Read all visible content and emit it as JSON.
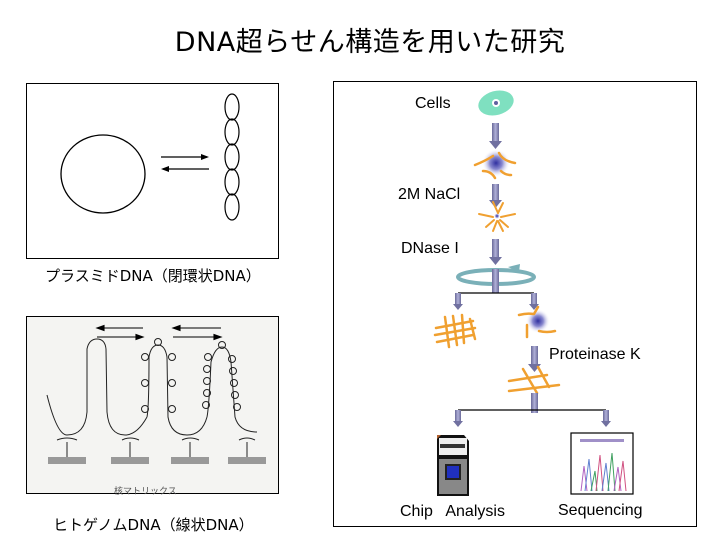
{
  "title": "DNA超らせん構造を用いた研究",
  "plasmid_panel": {
    "caption": "プラスミドDNA（閉環状DNA）",
    "states": [
      "relaxed-circle",
      "supercoiled"
    ],
    "equilibrium": "forward-and-reverse"
  },
  "genome_panel": {
    "caption": "ヒトゲノムDNA（線状DNA）",
    "matrix_label": "核マトリックス",
    "loop_count": 3
  },
  "workflow_panel": {
    "steps": [
      {
        "label": "Cells"
      },
      {
        "label": "2M NaCl"
      },
      {
        "label": "DNase I"
      },
      {
        "label": "Proteinase K"
      }
    ],
    "outputs": [
      {
        "label": "Chip   Analysis"
      },
      {
        "label": "Sequencing"
      }
    ],
    "colors": {
      "arrow": "#8a8ab8",
      "fiber": "#f0a030",
      "nucleus": "#3030a0",
      "cell": "#7fe0c0",
      "rotor": "#7ab0b8"
    }
  }
}
